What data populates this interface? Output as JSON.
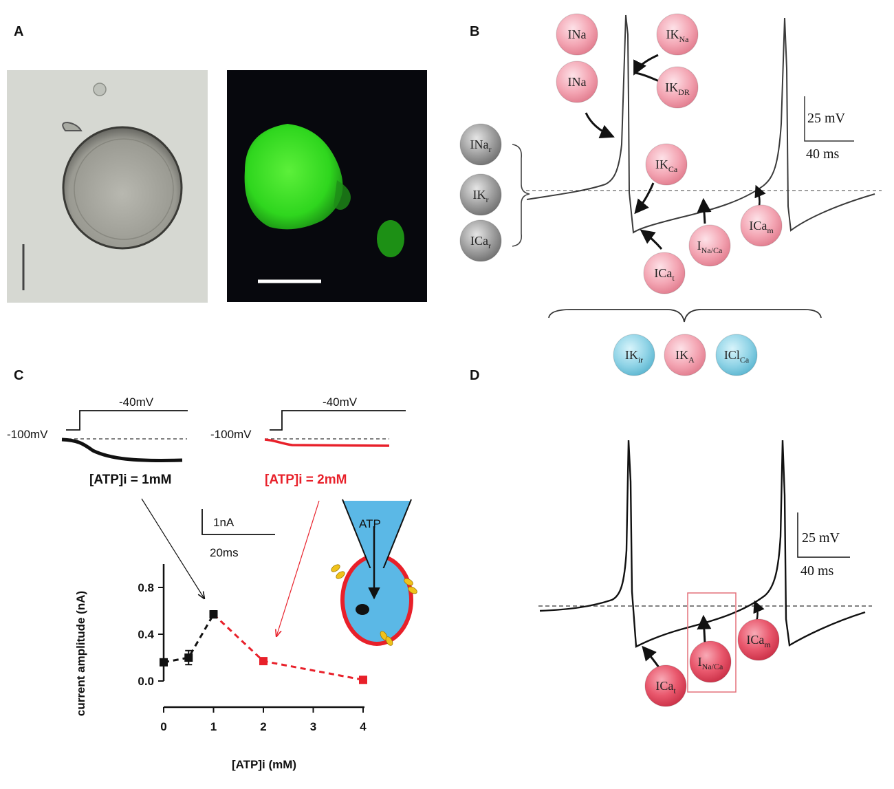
{
  "panels": {
    "A": {
      "label": "A"
    },
    "B": {
      "label": "B"
    },
    "C": {
      "label": "C"
    },
    "D": {
      "label": "D"
    }
  },
  "panel_b": {
    "scale_mv": "25 mV",
    "scale_ms": "40 ms",
    "currents": {
      "ina_top": {
        "main": "INa",
        "sub": ""
      },
      "ina_low": {
        "main": "INa",
        "sub": ""
      },
      "ik_na": {
        "main": "IK",
        "sub": "Na"
      },
      "ik_dr": {
        "main": "IK",
        "sub": "DR"
      },
      "ik_ca": {
        "main": "IK",
        "sub": "Ca"
      },
      "ina_ca": {
        "main": "I",
        "sub": "Na/Ca"
      },
      "ica_m": {
        "main": "ICa",
        "sub": "m"
      },
      "ica_t": {
        "main": "ICa",
        "sub": "t"
      },
      "ina_r": {
        "main": "INa",
        "sub": "r"
      },
      "ik_r": {
        "main": "IK",
        "sub": "r"
      },
      "ica_r": {
        "main": "ICa",
        "sub": "r"
      },
      "ik_ir": {
        "main": "IK",
        "sub": "ir"
      },
      "ik_a": {
        "main": "IK",
        "sub": "A"
      },
      "icl_ca": {
        "main": "ICl",
        "sub": "Ca"
      }
    }
  },
  "panel_c": {
    "hold_left": "-100mV",
    "step_left": "-40mV",
    "hold_right": "-100mV",
    "step_right": "-40mV",
    "atp_1mm": "[ATP]i = 1mM",
    "atp_2mm": "[ATP]i = 2mM",
    "scale_na": "1nA",
    "scale_ms": "20ms",
    "pipette_label": "ATP",
    "colors": {
      "black_series": "#111111",
      "red_series": "#e8202a",
      "pipette": "#5bb8e6",
      "membrane": "#e8202a"
    }
  },
  "panel_d": {
    "scale_mv": "25 mV",
    "scale_ms": "40 ms",
    "currents": {
      "ina_ca": {
        "main": "I",
        "sub": "Na/Ca"
      },
      "ica_m": {
        "main": "ICa",
        "sub": "m"
      },
      "ica_t": {
        "main": "ICa",
        "sub": "t"
      }
    }
  },
  "chart_data": {
    "type": "scatter",
    "xlabel": "[ATP]i (mM)",
    "ylabel": "current amplitude (nA)",
    "xlim": [
      0,
      4
    ],
    "ylim": [
      0,
      1
    ],
    "xticks": [
      0,
      1,
      2,
      3,
      4
    ],
    "yticks": [
      0.0,
      0.4,
      0.8
    ],
    "ytick_labels": [
      "0.0",
      "0.4",
      "0.8"
    ],
    "grid": false,
    "series": [
      {
        "color": "#111111",
        "x": [
          0,
          0.5,
          1
        ],
        "y": [
          0.16,
          0.2,
          0.57
        ],
        "err": [
          0.02,
          0.06,
          0.03
        ],
        "dashed": true
      },
      {
        "color": "#e8202a",
        "x": [
          1,
          2,
          4
        ],
        "y": [
          0.57,
          0.17,
          0.01
        ],
        "err": [
          0,
          0.02,
          0.01
        ],
        "dashed": true
      }
    ]
  }
}
